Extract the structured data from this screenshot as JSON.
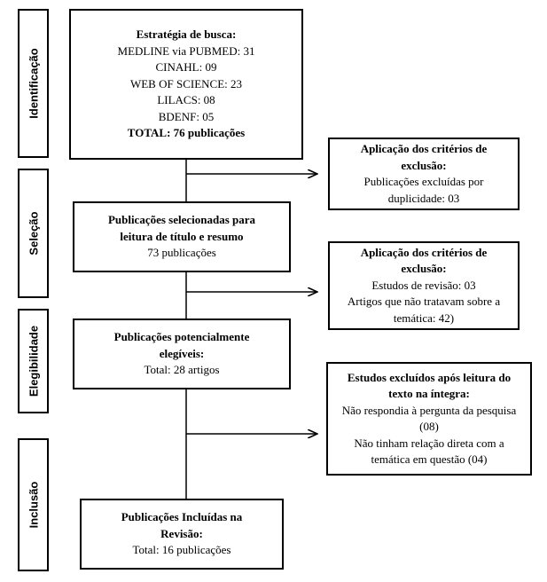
{
  "phases": [
    "Identificação",
    "Seleção",
    "Elegibilidade",
    "Inclusão"
  ],
  "identification": {
    "title": "Estratégia de busca:",
    "lines": [
      "MEDLINE via PUBMED: 31",
      "CINAHL: 09",
      "WEB OF SCIENCE: 23",
      "LILACS: 08",
      "BDENF: 05"
    ],
    "total": "TOTAL: 76 publicações"
  },
  "exclusion1": {
    "title": [
      "Aplicação dos critérios de",
      "exclusão:"
    ],
    "lines": [
      "Publicações excluídas por",
      "duplicidade: 03"
    ]
  },
  "screening": {
    "title": [
      "Publicações selecionadas para",
      "leitura de título e resumo"
    ],
    "lines": [
      "73 publicações"
    ]
  },
  "exclusion2": {
    "title": [
      "Aplicação dos critérios de",
      "exclusão:"
    ],
    "lines": [
      "Estudos de revisão: 03",
      "Artigos que não tratavam sobre a",
      "temática: 42)"
    ]
  },
  "eligibility": {
    "title": [
      "Publicações potencialmente",
      "elegíveis:"
    ],
    "lines": [
      "Total: 28 artigos"
    ]
  },
  "exclusion3": {
    "title": [
      "Estudos excluídos após leitura do",
      "texto na íntegra:"
    ],
    "lines": [
      "Não respondia à pergunta da pesquisa",
      "(08)",
      "Não tinham relação direta com a",
      "temática em questão (04)"
    ]
  },
  "included": {
    "title": [
      "Publicações Incluídas na",
      "Revisão:"
    ],
    "lines": [
      "Total: 16 publicações"
    ]
  }
}
